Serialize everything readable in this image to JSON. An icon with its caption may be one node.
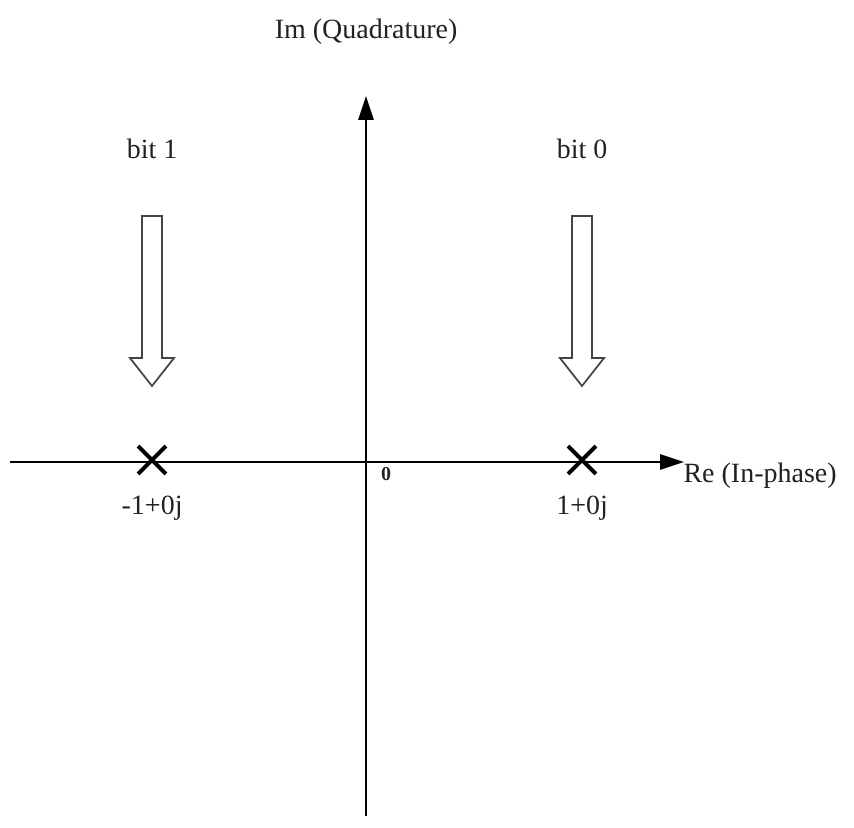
{
  "diagram": {
    "nodes": [
      {
        "text": [
          "bit 1"
        ]
      },
      {
        "text": [
          "bit 0"
        ]
      },
      {
        "text": [],
        "shape": "cross",
        "beside": [
          "-1+0j"
        ]
      },
      {
        "text": [],
        "shape": "cross",
        "beside": [
          "1+0j"
        ]
      }
    ],
    "edges": [
      {
        "from": 0,
        "to": 2,
        "arrow": "to"
      },
      {
        "from": 1,
        "to": 3,
        "arrow": "to"
      }
    ],
    "labels": [
      "Im (Quadrature)",
      "0",
      "Re (In-phase)"
    ]
  }
}
